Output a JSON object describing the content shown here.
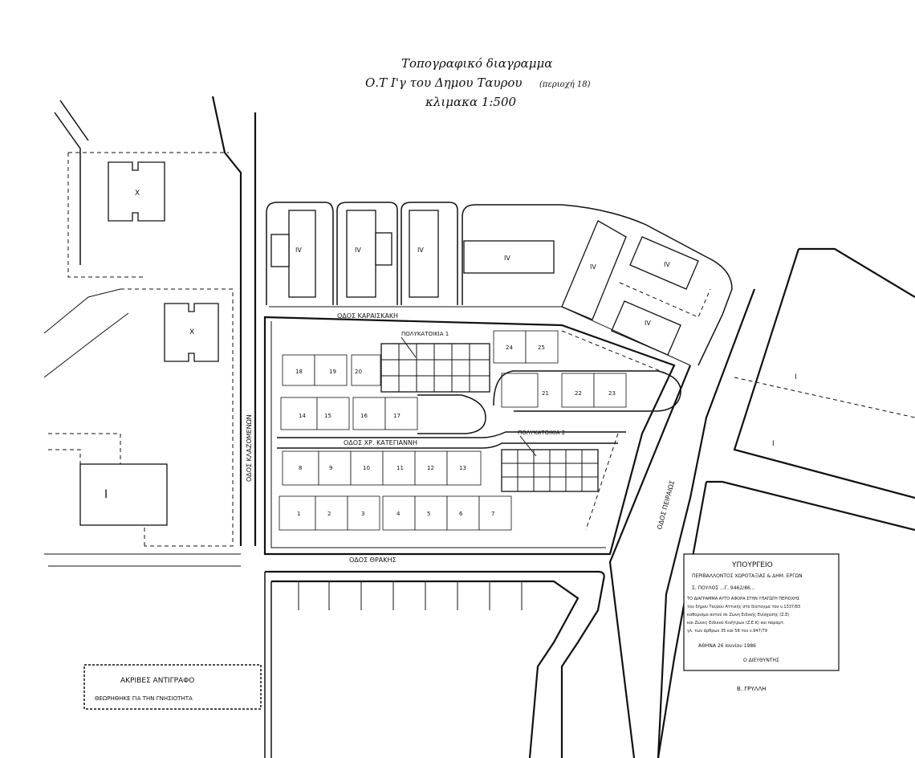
{
  "title": {
    "line1": "Τοπογραφικό διαγραμμα",
    "line2": "Ο.Τ  Ι'γ  του  Δημου  Ταυρου",
    "line2_note": "(περιοχή 18)",
    "line3": "κλιμακα  1:500"
  },
  "streets": {
    "karaiskaki": "ΟΔΟΣ  ΚΑΡΑΙΣΚΑΚΗ",
    "katelianni": "ΟΔΟΣ  ΧΡ. ΚΑΤΕΓΙΑΝΝΗ",
    "klazomenon": "ΟΔΟΣ  ΚΛΑΖΟΜΕΝΩΝ",
    "thrakis": "ΟΔΟΣ  ΘΡΑΚΗΣ",
    "peiraios": "ΟΔΟΣ  ΠΕΙΡΑΙΩΣ"
  },
  "labels": {
    "polykatoikia_1": "ΠΟΛΥΚΑΤΟΙΚΙΑ  1",
    "polykatoikia_2": "ΠΟΛΥΚΑΤΟΙΚΙΑ  2",
    "block_x1": "Χ",
    "block_x2": "Χ",
    "block_iv": "Ι",
    "north_blocks": [
      "ΙV",
      "ΙV",
      "ΙV",
      "ΙV",
      "ΙV",
      "ΙV",
      "ΙV"
    ],
    "east_i1": "Ι",
    "east_i2": "Ι",
    "unit_numbers_row1": [
      "18",
      "19",
      "20"
    ],
    "unit_numbers_row2": [
      "14",
      "15",
      "16",
      "17"
    ],
    "unit_numbers_row3": [
      "8",
      "9",
      "10",
      "11",
      "12",
      "13"
    ],
    "unit_numbers_row4": [
      "1",
      "2",
      "3",
      "4",
      "5",
      "6",
      "7"
    ],
    "unit_numbers_east": [
      "24",
      "25",
      "21",
      "22",
      "23"
    ]
  },
  "stamp": {
    "ministry": "ΥΠΟΥΡΓΕΙΟ",
    "department": "ΠΕΡΙΒΑΛΛΟΝΤΟΣ ΧΩΡΟΤΑΞΙΑΣ & ΔΗΜ. ΕΡΓΩΝ",
    "protocol": "Σ. ΠΟΥΛΟΣ ...Γ. 9462/86...",
    "text_lines": [
      "ΤΟ ΔΙΑΓΡΑΜΜΑ ΑΥΤΟ ΑΦΟΡΑ ΣΤΗΝ ΥΠΑΓΩΓΗ ΠΕΡΙΟΧΗΣ",
      "του δήμου Ταύρου Αττικής στο διαταγμα του  ν.1337/83",
      "καθορισμο αυτού σε Ζώνη Ειδικής Ενίσχυσης (Z.E)",
      "και Ζώνες Ειδικού Κινήτρων (Z.E.K) και παράρτ.",
      "γλ. των άρθρων 35 και 58 του ν.947/79"
    ],
    "date": "ΑΘΗΝΑ   26   Ιουνίου  1986",
    "signature_role": "Ο ΔΙΕΥΘΥΝΤΗΣ",
    "signer": "Β. ΓΡΥΛΛΗ"
  },
  "bottom_left_stamp": {
    "line1": "ΑΚΡΙΒΕΣ ΑΝΤΙΓΡΑΦΟ",
    "line2": "ΘΕΩΡΗΘΗΚΕ ΓΙΑ ΤΗΝ ΓΝΗΣΙΟΤΗΤΑ"
  }
}
